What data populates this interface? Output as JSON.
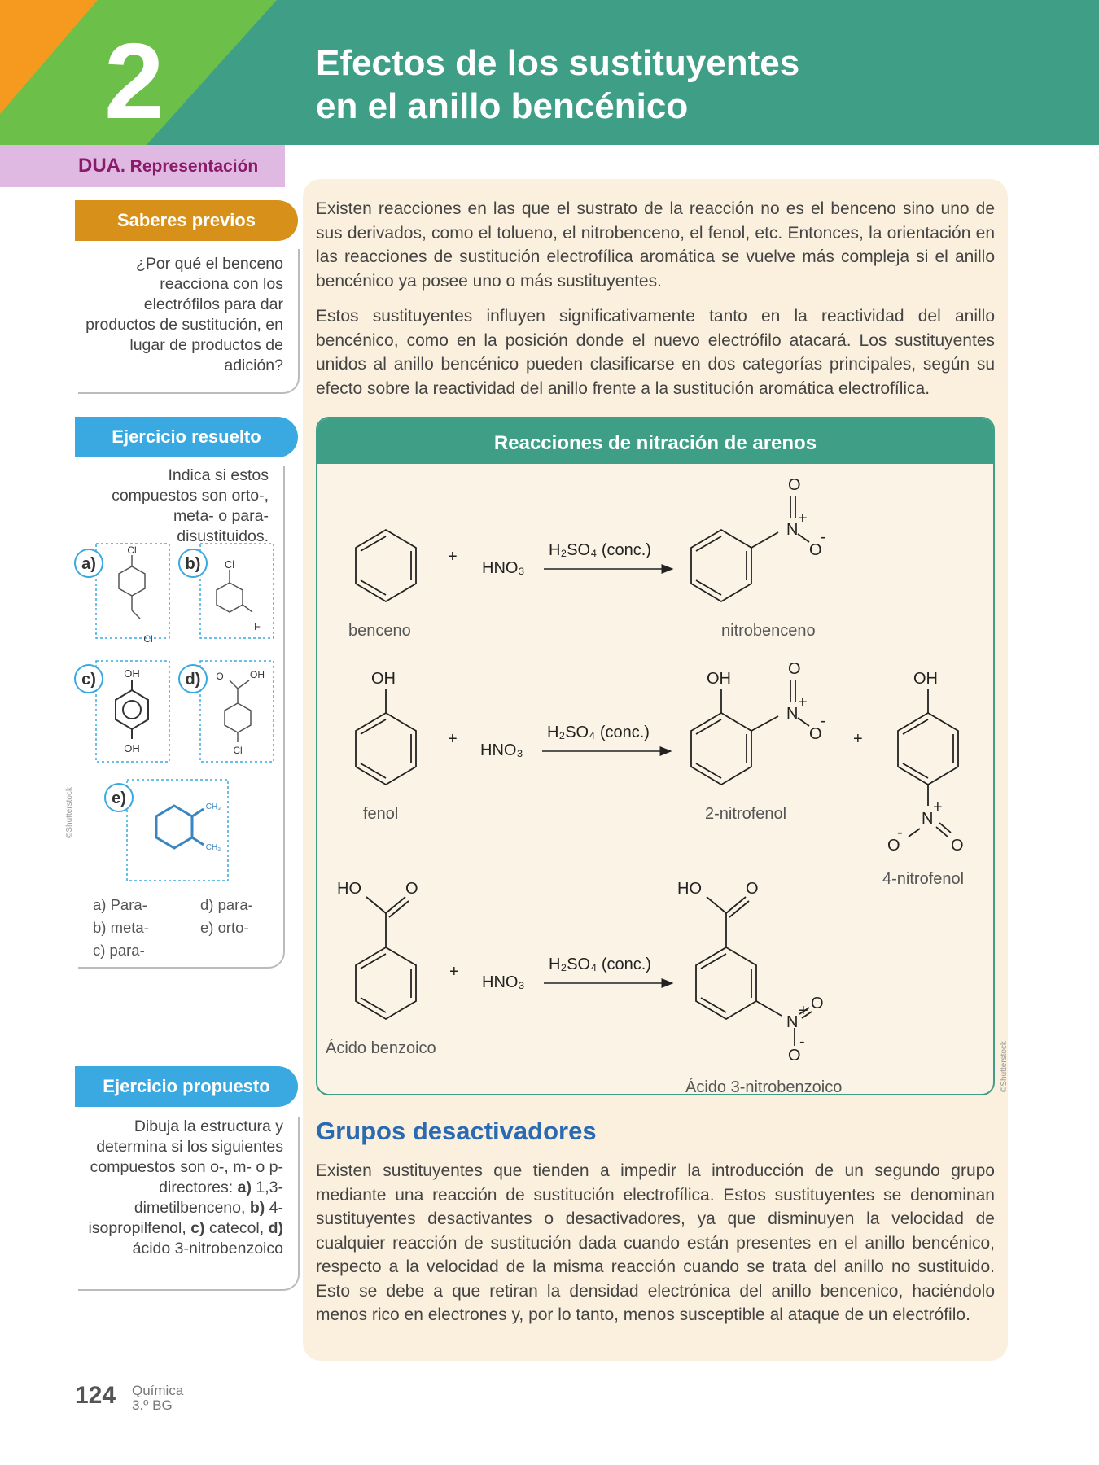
{
  "header": {
    "unit_number": "2",
    "title_line1": "Efectos de los sustituyentes",
    "title_line2": "en el anillo bencénico",
    "accent_colors": {
      "green": "#3f9e86",
      "orange": "#f59a1e",
      "lime": "#6cc04a",
      "pink": "#e0b9e2"
    }
  },
  "dua": {
    "label": "DUA",
    "section": ". Representación"
  },
  "saberes": {
    "tab": "Saberes previos",
    "question": "¿Por qué el benceno reacciona con los electrófilos para dar productos de sustitución, en lugar de productos de adición?"
  },
  "resuelto": {
    "tab": "Ejercicio resuelto",
    "prompt": "Indica si estos compuestos son orto-, meta- o para- disustituidos.",
    "items": [
      {
        "letter": "a)",
        "sub1": "Cl",
        "sub2": "Cl"
      },
      {
        "letter": "b)",
        "sub1": "Cl",
        "sub2": "F"
      },
      {
        "letter": "c)",
        "sub1": "OH",
        "sub2": "OH"
      },
      {
        "letter": "d)",
        "sub1": "OH",
        "sub2": "Cl",
        "sub3": "O"
      },
      {
        "letter": "e)",
        "sub1": "CH₃",
        "sub2": "CH₃"
      }
    ],
    "answers": [
      "a) Para-",
      "b) meta-",
      "c) para-",
      "d) para-",
      "e) orto-"
    ]
  },
  "propuesto": {
    "tab": "Ejercicio propuesto",
    "text": "Dibuja la estructura y determina si los siguientes compuestos son o-, m- o p- directores:",
    "a_label": "a)",
    "a_text": " 1,3-dimetilbenceno,",
    "b_label": "b)",
    "b_text": " 4-isopropilfenol,",
    "c_label": "c)",
    "c_text": " catecol, ",
    "d_label": "d)",
    "d_text": " ácido 3-nitrobenzoico"
  },
  "main": {
    "para1": "Existen reacciones en las que el sustrato de la reacción no es el benceno sino uno de sus derivados, como el tolueno, el nitrobenceno, el fenol, etc. Entonces, la orientación en las reacciones de sustitución electrofílica aromática se vuelve más compleja si el anillo bencénico ya posee uno o más sustituyentes.",
    "para2": "Estos sustituyentes influyen significativamente tanto en la reactividad del anillo bencénico, como en la posición donde el nuevo electrófilo atacará. Los sustituyentes unidos al anillo bencénico pueden clasificarse en dos categorías principales, según su efecto sobre la reactividad del anillo frente a la sustitución aromática electrofílica.",
    "box_title": "Reacciones de nitración de arenos",
    "reagent": "HNO₃",
    "condition": "H₂SO₄ (conc.)",
    "plus": "+",
    "labels": {
      "benceno": "benceno",
      "nitrobenceno": "nitrobenceno",
      "fenol": "fenol",
      "nitrofenol2": "2-nitrofenol",
      "nitrofenol4": "4-nitrofenol",
      "benzoico": "Ácido benzoico",
      "nitrobenzoico": "Ácido 3-nitrobenzoico"
    },
    "atoms": {
      "O": "O",
      "N": "N",
      "OH": "OH",
      "HO": "HO",
      "plus": "+",
      "minus": "-"
    },
    "grupos_title": "Grupos desactivadores",
    "para3": "Existen sustituyentes que tienden a impedir la introducción de un segundo grupo mediante una reacción de sustitución electrofílica. Estos sustituyentes se denominan sustituyentes desactivantes o desactivadores, ya que disminuyen la velocidad de cualquier reacción de sustitución dada cuando están presentes en el anillo bencénico, respecto a la velocidad de la misma reacción cuando se trata del anillo no sustituido. Esto se debe a que retiran la densidad electrónica del anillo bencenico, haciéndolo menos rico en electrones y, por lo tanto, menos susceptible al ataque de un electrófilo."
  },
  "credits": {
    "left": "©Shutterstock",
    "right": "©Shutterstock"
  },
  "footer": {
    "page": "124",
    "subject": "Química",
    "grade": "3.º BG"
  }
}
